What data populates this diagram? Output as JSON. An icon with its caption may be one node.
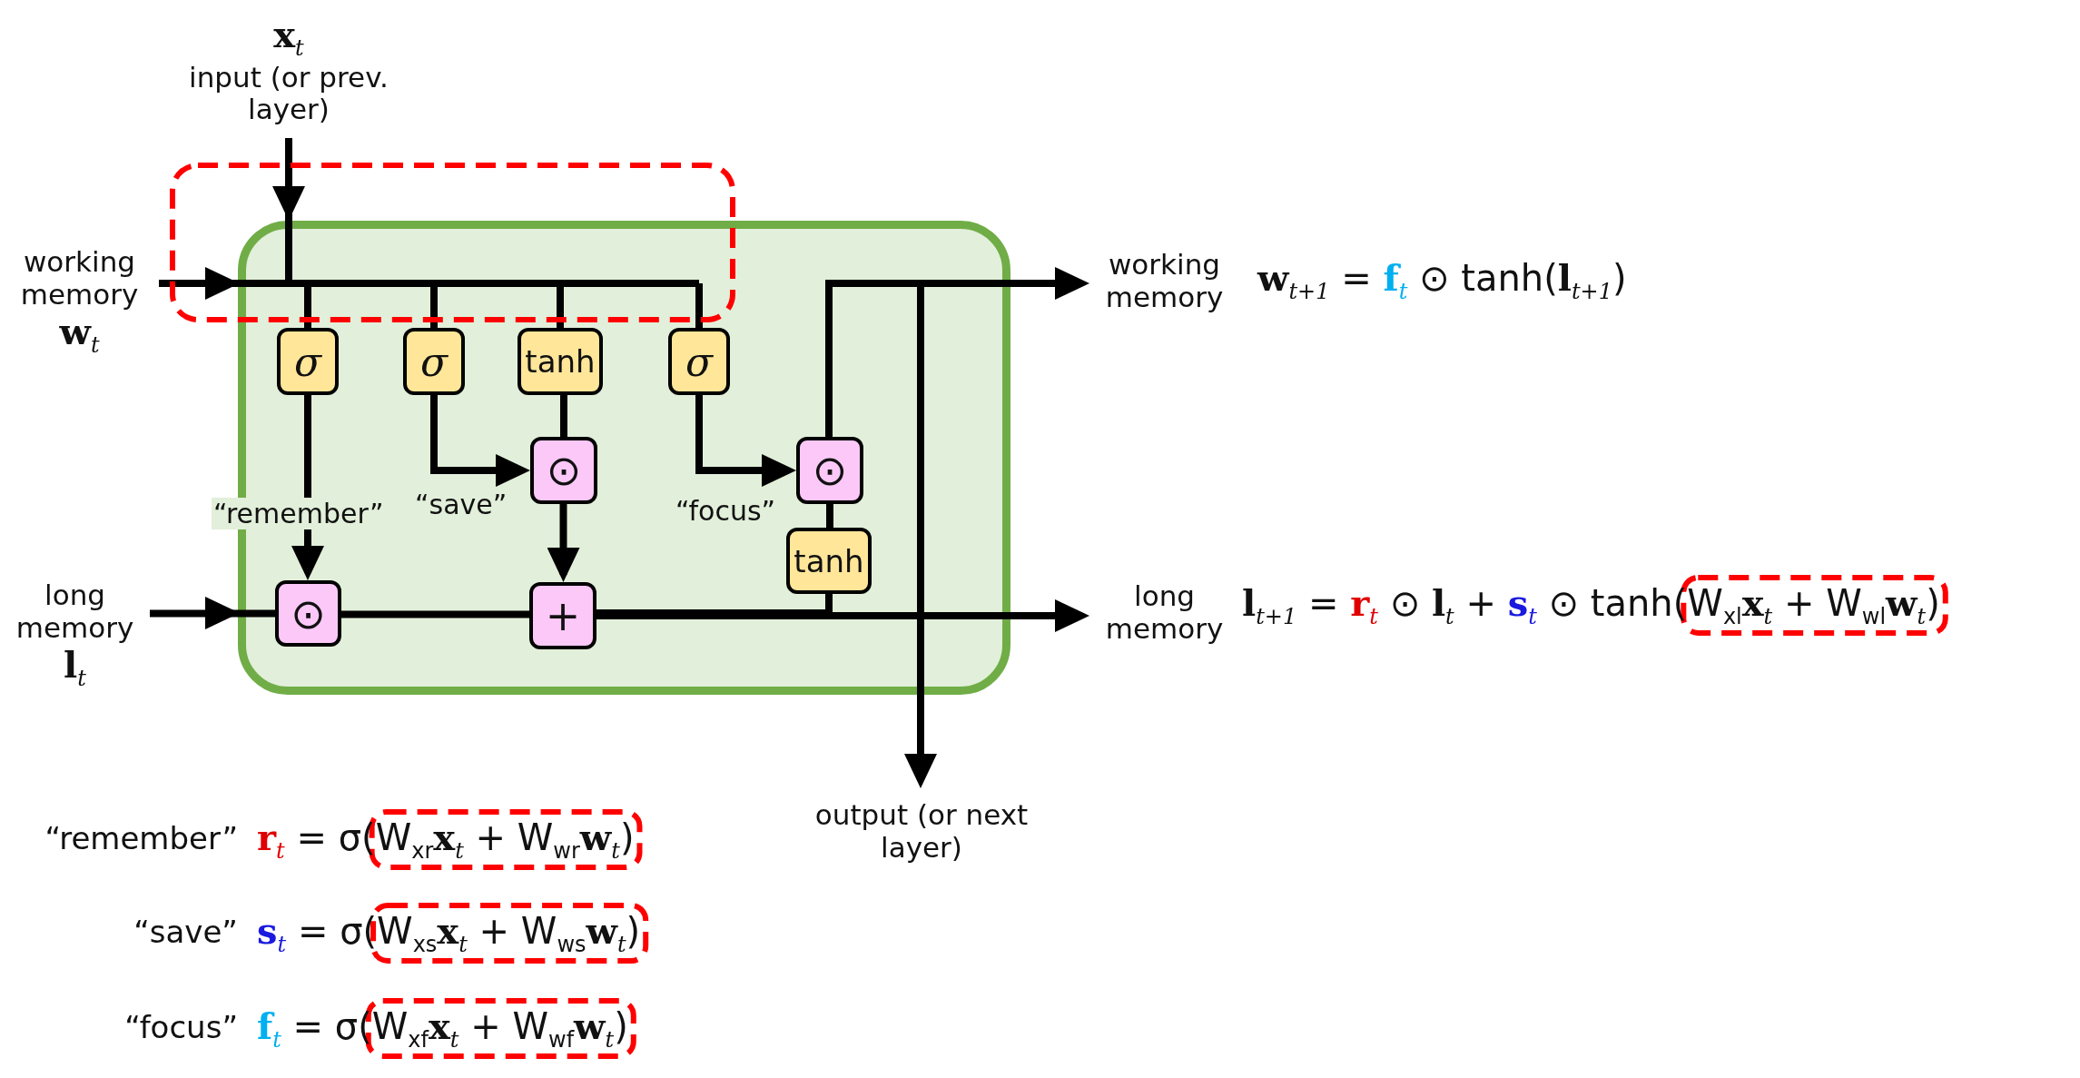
{
  "diagram": {
    "nodes": [
      {
        "text": [
          "**x**$_{t}$",
          "input (or prev. layer)"
        ]
      },
      {
        "text": [
          "working memory",
          "**w**$_{t}$"
        ]
      },
      {
        "text": [
          "long memory",
          "**l**$_{t}$"
        ]
      },
      {
        "text": [],
        "shape": "box"
      },
      {
        "text": [
          "σ"
        ],
        "in": 3
      },
      {
        "text": [
          "σ"
        ],
        "in": 3
      },
      {
        "text": [
          "tanh"
        ],
        "in": 3
      },
      {
        "text": [
          "σ"
        ],
        "in": 3
      },
      {
        "text": [
          "⊙"
        ],
        "in": 3
      },
      {
        "text": [
          "⊙"
        ],
        "in": 3
      },
      {
        "text": [
          "+"
        ],
        "in": 3
      },
      {
        "text": [
          "⊙"
        ],
        "in": 3
      },
      {
        "text": [
          "tanh"
        ],
        "in": 3
      },
      {
        "text": [
          "working memory"
        ],
        "beside": [
          "**w**$_{t+1}$ = **f**$_{t}$ ⊙ tanh(**l**$_{t+1}$)"
        ]
      },
      {
        "text": [
          "long memory"
        ],
        "beside": [
          "**l**$_{t+1}$ = **r**$_{t}$ ⊙ **l**$_{t}$ + **s**$_{t}$ ⊙ tanh(W$_{xl}$**x**$_{t}$ + W$_{wl}$**w**$_{t}$)"
        ]
      },
      {
        "text": [
          "output (or next layer)"
        ]
      }
    ],
    "edges": [
      {
        "from": 0,
        "to": 4,
        "arrow": "to"
      },
      {
        "from": 0,
        "to": 5,
        "arrow": "to"
      },
      {
        "from": 0,
        "to": 6,
        "arrow": "to"
      },
      {
        "from": 0,
        "to": 7,
        "arrow": "to"
      },
      {
        "from": 1,
        "to": 4,
        "arrow": "to"
      },
      {
        "from": 1,
        "to": 5,
        "arrow": "to"
      },
      {
        "from": 1,
        "to": 6,
        "arrow": "to"
      },
      {
        "from": 1,
        "to": 7,
        "arrow": "to"
      },
      {
        "from": 4,
        "to": 8,
        "arrow": "to",
        "label": "“remember”"
      },
      {
        "from": 5,
        "to": 9,
        "arrow": "to",
        "label": "“save”"
      },
      {
        "from": 6,
        "to": 9,
        "arrow": "none"
      },
      {
        "from": 9,
        "to": 10,
        "arrow": "to"
      },
      {
        "from": 7,
        "to": 11,
        "arrow": "to",
        "label": "“focus”"
      },
      {
        "from": 2,
        "to": 8,
        "arrow": "to"
      },
      {
        "from": 8,
        "to": 10,
        "arrow": "none"
      },
      {
        "from": 10,
        "to": 14,
        "arrow": "to"
      },
      {
        "from": 10,
        "to": 12,
        "arrow": "none"
      },
      {
        "from": 12,
        "to": 11,
        "arrow": "none"
      },
      {
        "from": 11,
        "to": 13,
        "arrow": "to"
      },
      {
        "from": 11,
        "to": 15,
        "arrow": "to"
      }
    ],
    "labels": [
      "“remember”",
      "**r**$_{t}$ = σ(W$_{xr}$**x**$_{t}$ + W$_{wr}$**w**$_{t}$)",
      "“save”",
      "**s**$_{t}$ = σ(W$_{xs}$**x**$_{t}$ + W$_{ws}$**w**$_{t}$)",
      "“focus”",
      "**f**$_{t}$ = σ(W$_{xf}$**x**$_{t}$ + W$_{wf}$**w**$_{t}$)"
    ]
  }
}
